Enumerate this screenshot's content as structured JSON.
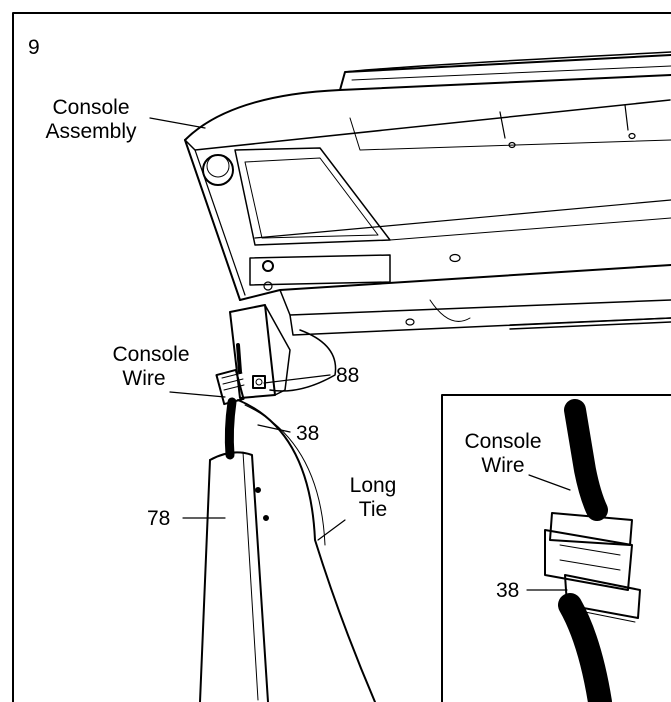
{
  "step_number": "9",
  "labels": {
    "console_assembly": [
      "Console",
      "Assembly"
    ],
    "console_wire": [
      "Console",
      "Wire"
    ],
    "part_88": "88",
    "part_38": "38",
    "part_78": "78",
    "long_tie": [
      "Long",
      "Tie"
    ]
  },
  "inset": {
    "console_wire": [
      "Console",
      "Wire"
    ],
    "part_38": "38"
  }
}
